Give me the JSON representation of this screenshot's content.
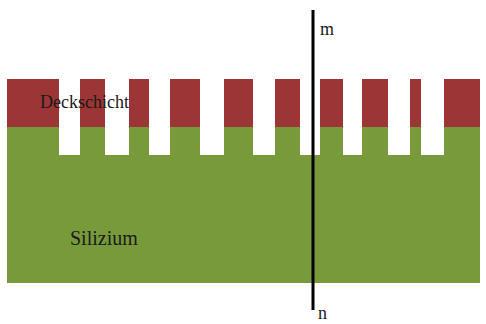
{
  "diagram": {
    "labels": [
      "Deckschicht",
      "Silizium",
      "m",
      "n"
    ]
  }
}
